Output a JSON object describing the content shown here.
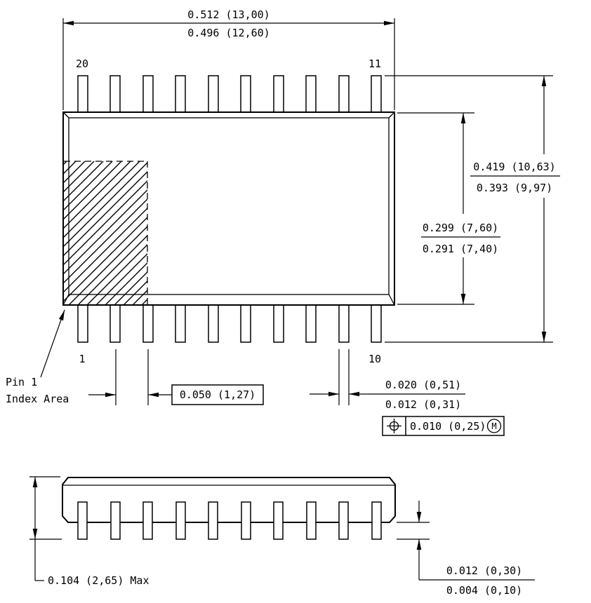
{
  "page": {
    "background": "#ffffff",
    "line_color": "#000000"
  },
  "top_view": {
    "pin_number_top_left": "20",
    "pin_number_top_right": "11",
    "pin_number_bottom_left": "1",
    "pin_number_bottom_right": "10",
    "pin1_index_label_line1": "Pin 1",
    "pin1_index_label_line2": "Index Area",
    "dim_width_max": "0.512 (13,00)",
    "dim_width_min": "0.496 (12,60)",
    "dim_body_height_max": "0.299 (7,60)",
    "dim_body_height_min": "0.291 (7,40)",
    "dim_overall_height_max": "0.419 (10,63)",
    "dim_overall_height_min": "0.393 (9,97)",
    "dim_pitch": "0.050 (1,27)",
    "dim_lead_width_max": "0.020 (0,51)",
    "dim_lead_width_min": "0.012 (0,31)",
    "tolerance_value": "0.010 (0,25)",
    "tolerance_modifier": "M"
  },
  "side_view": {
    "dim_height_max": "0.104 (2,65) Max",
    "dim_standoff_max": "0.012 (0,30)",
    "dim_standoff_min": "0.004 (0,10)"
  }
}
